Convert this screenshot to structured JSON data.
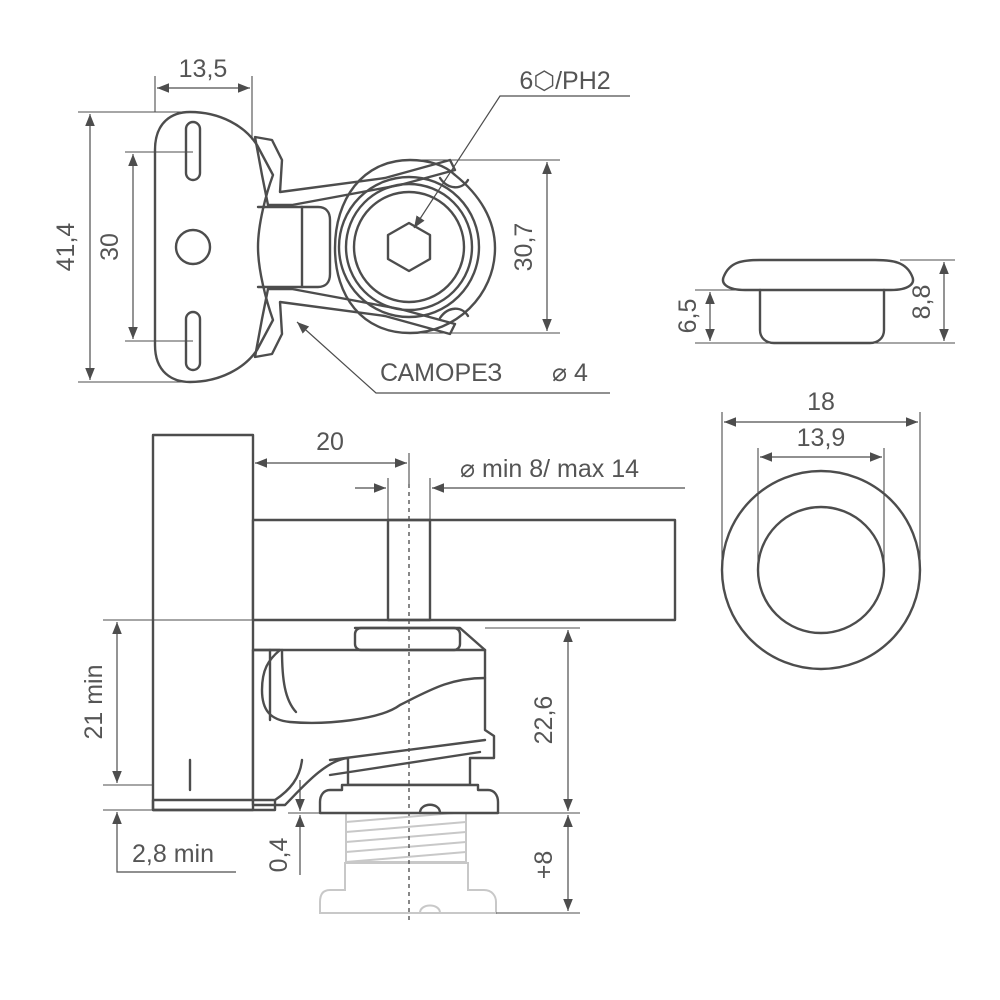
{
  "dimensions": {
    "top_width": "13,5",
    "drive": "6⬡/PH2",
    "total_height": "41,4",
    "hole_spacing": "30",
    "boss_height": "30,7",
    "screw_note": "САМОРЕЗ",
    "screw_diameter": "⌀ 4",
    "cap_inner_height": "6,5",
    "cap_total_height": "8,8",
    "cap_outer_diameter": "18",
    "cap_inner_diameter": "13,9",
    "arm_length": "20",
    "bore_range": "⌀ min 8/ max 14",
    "clamp_height": "21 min",
    "adjust_height": "22,6",
    "flange_gap": "2,8 min",
    "gap": "0,4",
    "adjust_range": "+8"
  }
}
